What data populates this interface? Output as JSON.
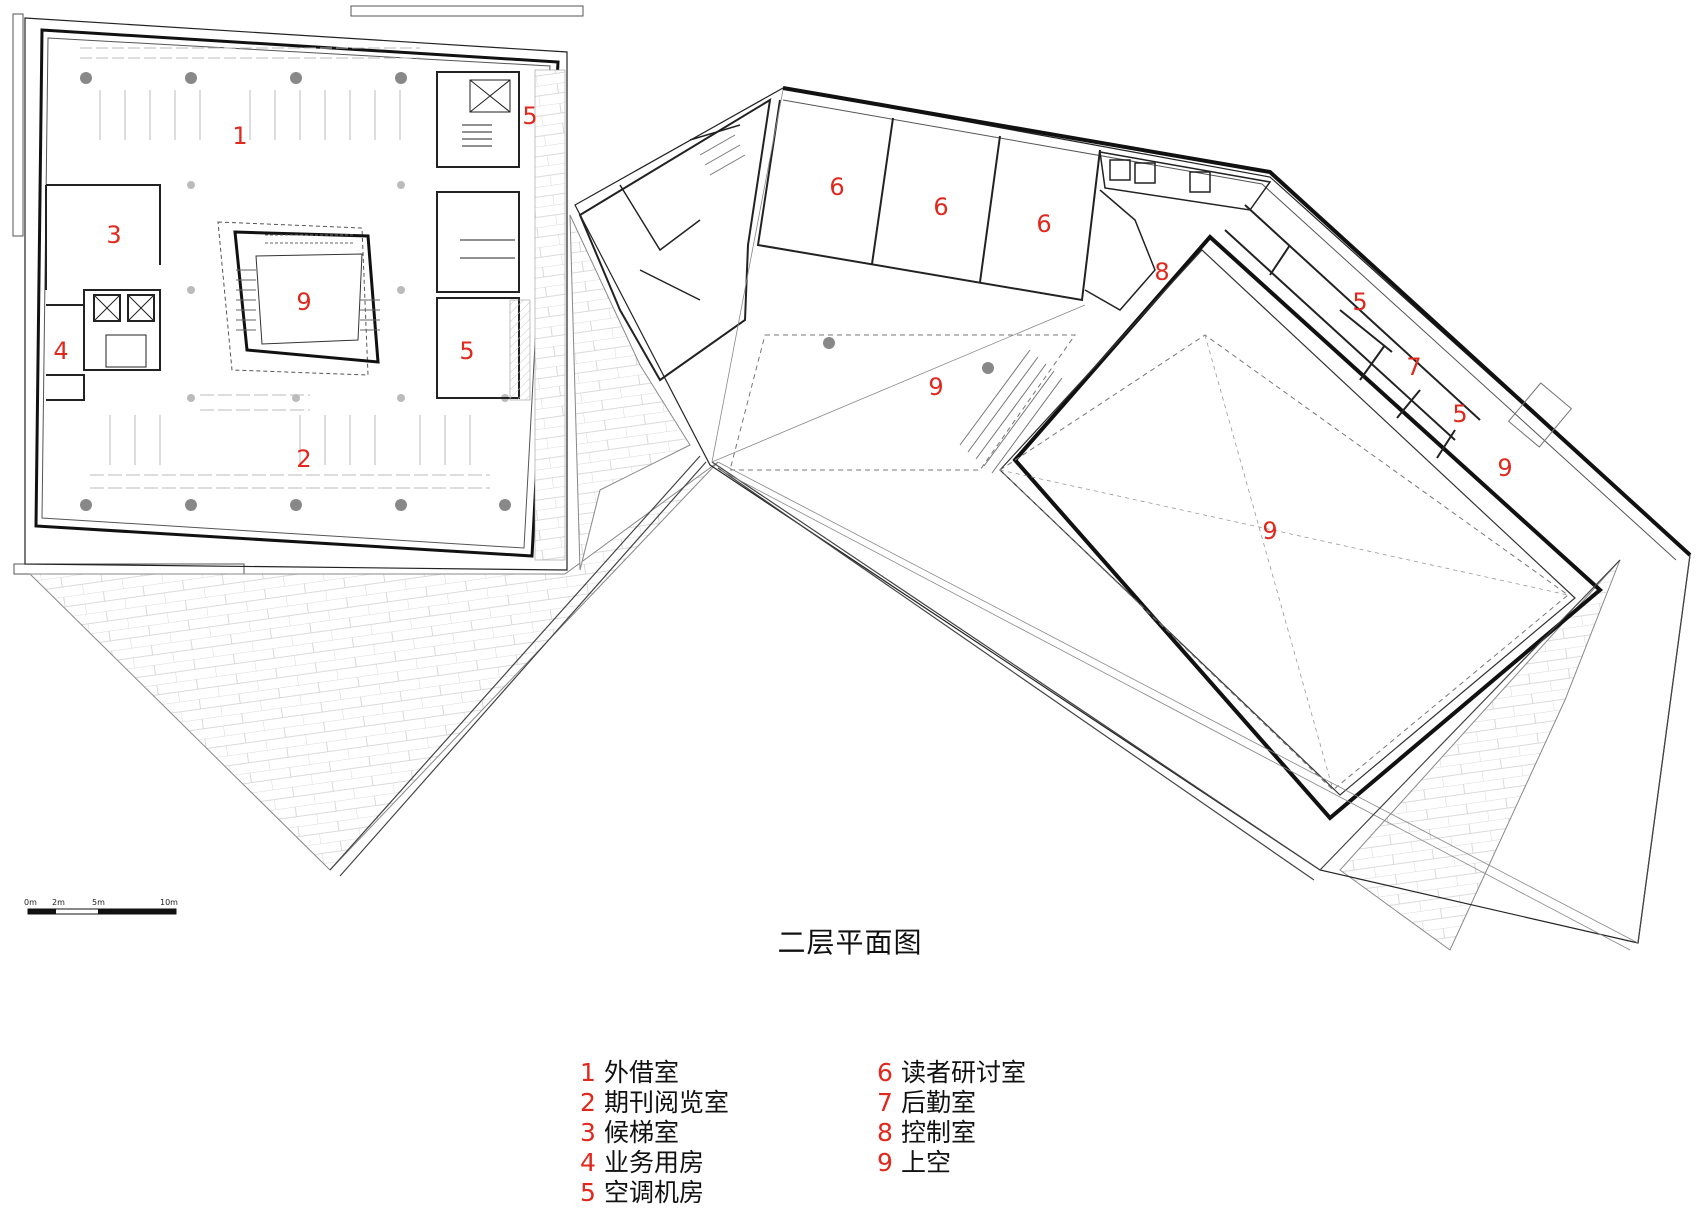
{
  "drawing_title": "二层平面图",
  "scale_bar": {
    "labels": [
      "0m",
      "2m",
      "5m",
      "10m"
    ]
  },
  "room_labels": {
    "r1": "1",
    "r2": "2",
    "r3": "3",
    "r4": "4",
    "r5a": "5",
    "r5b": "5",
    "r5c": "5",
    "r5d": "5",
    "r6a": "6",
    "r6b": "6",
    "r6c": "6",
    "r7": "7",
    "r8": "8",
    "r9a": "9",
    "r9b": "9",
    "r9c": "9",
    "r9d": "9"
  },
  "legend": {
    "left": [
      {
        "num": "1",
        "text": "外借室"
      },
      {
        "num": "2",
        "text": "期刊阅览室"
      },
      {
        "num": "3",
        "text": "候梯室"
      },
      {
        "num": "4",
        "text": "业务用房"
      },
      {
        "num": "5",
        "text": "空调机房"
      }
    ],
    "right": [
      {
        "num": "6",
        "text": "读者研讨室"
      },
      {
        "num": "7",
        "text": "后勤室"
      },
      {
        "num": "8",
        "text": "控制室"
      },
      {
        "num": "9",
        "text": "上空"
      }
    ]
  },
  "colors": {
    "label": "#e0281d",
    "line": "#1a1a1a",
    "hatch": "#bdbdbd"
  }
}
